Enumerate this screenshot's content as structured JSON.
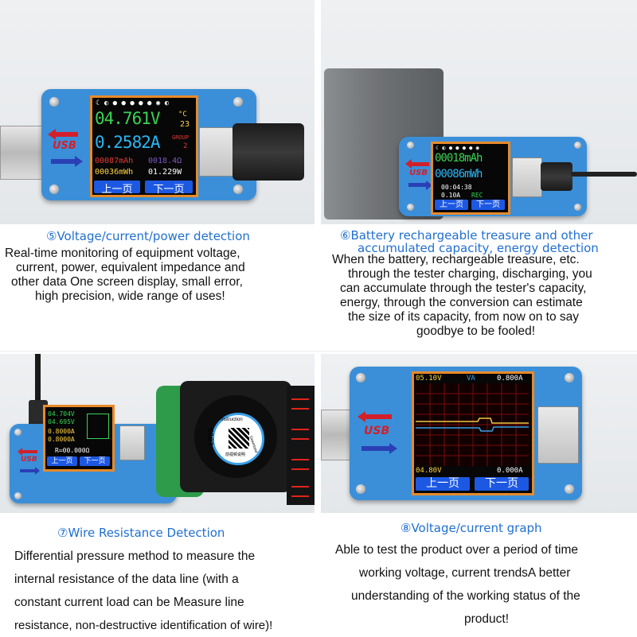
{
  "panels": [
    {
      "caption": "⑤Voltage/current/power detection",
      "text_lines": [
        "Real-time monitoring of equipment voltage,",
        "current, power, equivalent impedance and",
        "other data One screen display, small error,",
        "high precision, wide range of uses!"
      ],
      "screen": {
        "voltage": "04.761V",
        "temp": "23",
        "temp_unit": "°C",
        "current": "0.2582A",
        "group_label": "GROUP",
        "group": "2",
        "mah": "00087mAh",
        "ohm": "0018.4Ω",
        "mwh": "00036mWh",
        "watt": "01.229W",
        "prev": "上一页",
        "next": "下一页"
      }
    },
    {
      "caption_lines": [
        "⑥Battery rechargeable treasure and other",
        "accumulated capacity, energy detection"
      ],
      "text_lines": [
        "When the battery, rechargeable treasure, etc.",
        "through the tester charging, discharging, you",
        "can accumulate through the tester's capacity,",
        "energy, through the conversion can estimate",
        "the size of its capacity, from now on to say",
        "goodbye to be fooled!"
      ],
      "screen": {
        "mah": "00018mAh",
        "mwh": "00086mWh",
        "time": "00:04:38",
        "current": "0.10A",
        "rec": "REC",
        "prev": "上一页",
        "next": "下一页"
      }
    },
    {
      "caption": "⑦Wire Resistance Detection",
      "text_lines": [
        "Differential pressure method to measure the",
        "internal resistance of the data line (with a",
        "constant current load can be Measure line",
        "resistance, non-destructive identification of wire)!"
      ],
      "screen": {
        "v1": "04.704V",
        "v2": "04.695V",
        "a1": "0.8000A",
        "a2": "0.8000A",
        "r": "R=00.000Ω",
        "prev": "上一页",
        "next": "下一页"
      },
      "fan_label": "LD25",
      "fan_sublabels": [
        "Instruction",
        "Download",
        "前视频说明"
      ]
    },
    {
      "caption": "⑧Voltage/current graph",
      "text_lines": [
        "Able to test the product over a period of time",
        "working voltage, current trendsA better",
        "understanding of the working status of the",
        "product!"
      ],
      "screen": {
        "vmax": "05.10V",
        "unit": "VA",
        "amax": "0.800A",
        "vmin": "04.80V",
        "amin": "0.000A",
        "prev": "上一页",
        "next": "下一页"
      }
    }
  ],
  "usb_logo": "USB",
  "colors": {
    "caption": "#1f6fd1",
    "device": "#3b8fd8",
    "screen_border": "#e88a2a"
  }
}
